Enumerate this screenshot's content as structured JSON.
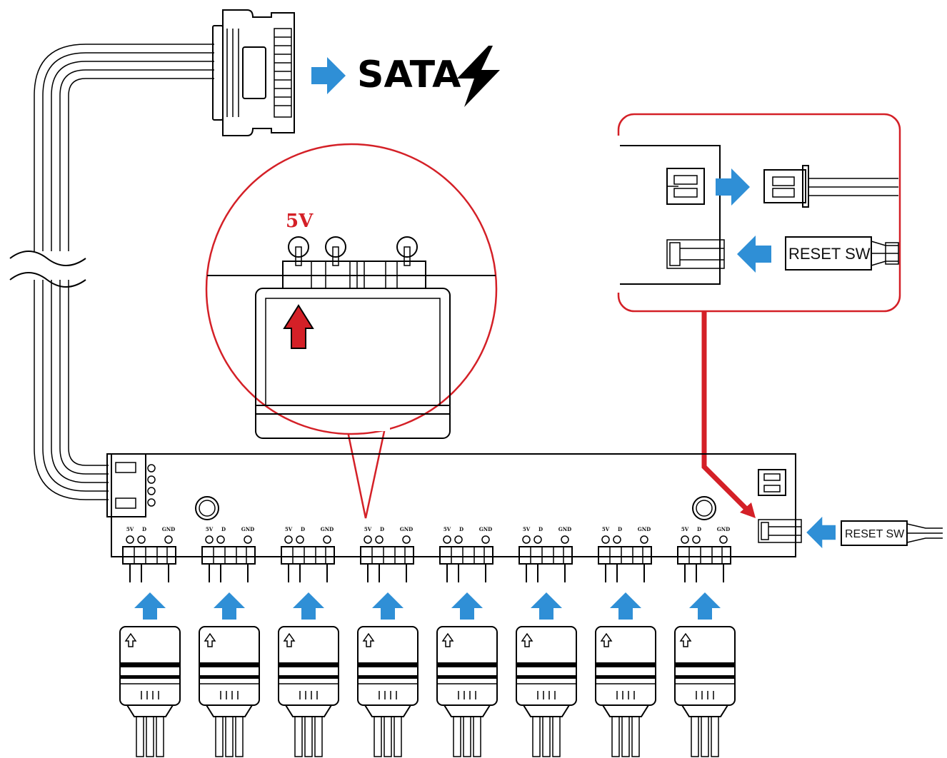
{
  "labels": {
    "sata": "SATA",
    "voltage": "5V",
    "reset_sw_inset": "RESET SW",
    "reset_sw_board": "RESET SW"
  },
  "ports": [
    {
      "pins": [
        "5V",
        "D",
        "GND"
      ]
    },
    {
      "pins": [
        "5V",
        "D",
        "GND"
      ]
    },
    {
      "pins": [
        "5V",
        "D",
        "GND"
      ]
    },
    {
      "pins": [
        "5V",
        "D",
        "GND"
      ]
    },
    {
      "pins": [
        "5V",
        "D",
        "GND"
      ]
    },
    {
      "pins": [
        "5V",
        "D",
        "GND"
      ]
    },
    {
      "pins": [
        "5V",
        "D",
        "GND"
      ]
    },
    {
      "pins": [
        "5V",
        "D",
        "GND"
      ]
    }
  ],
  "colors": {
    "arrow_blue": "#2f8fd6",
    "highlight_red": "#d42027",
    "line": "#000000"
  },
  "icons": {
    "sata_power": "lightning-bolt-icon",
    "flow": "blue-arrow-icon",
    "orientation": "up-arrow-icon"
  }
}
